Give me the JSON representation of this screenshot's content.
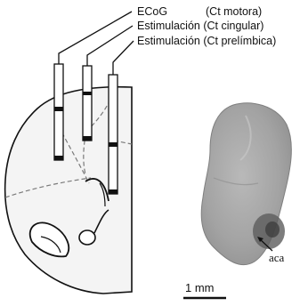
{
  "labels": {
    "ecog": "ECoG",
    "ecog_region": "(Ct motora)",
    "stim_cingular": "Estimulación (Ct cingular)",
    "stim_prelimbica": "Estimulación (Ct prelímbica)"
  },
  "annotation": "aca",
  "scale_bar": "1 mm"
}
